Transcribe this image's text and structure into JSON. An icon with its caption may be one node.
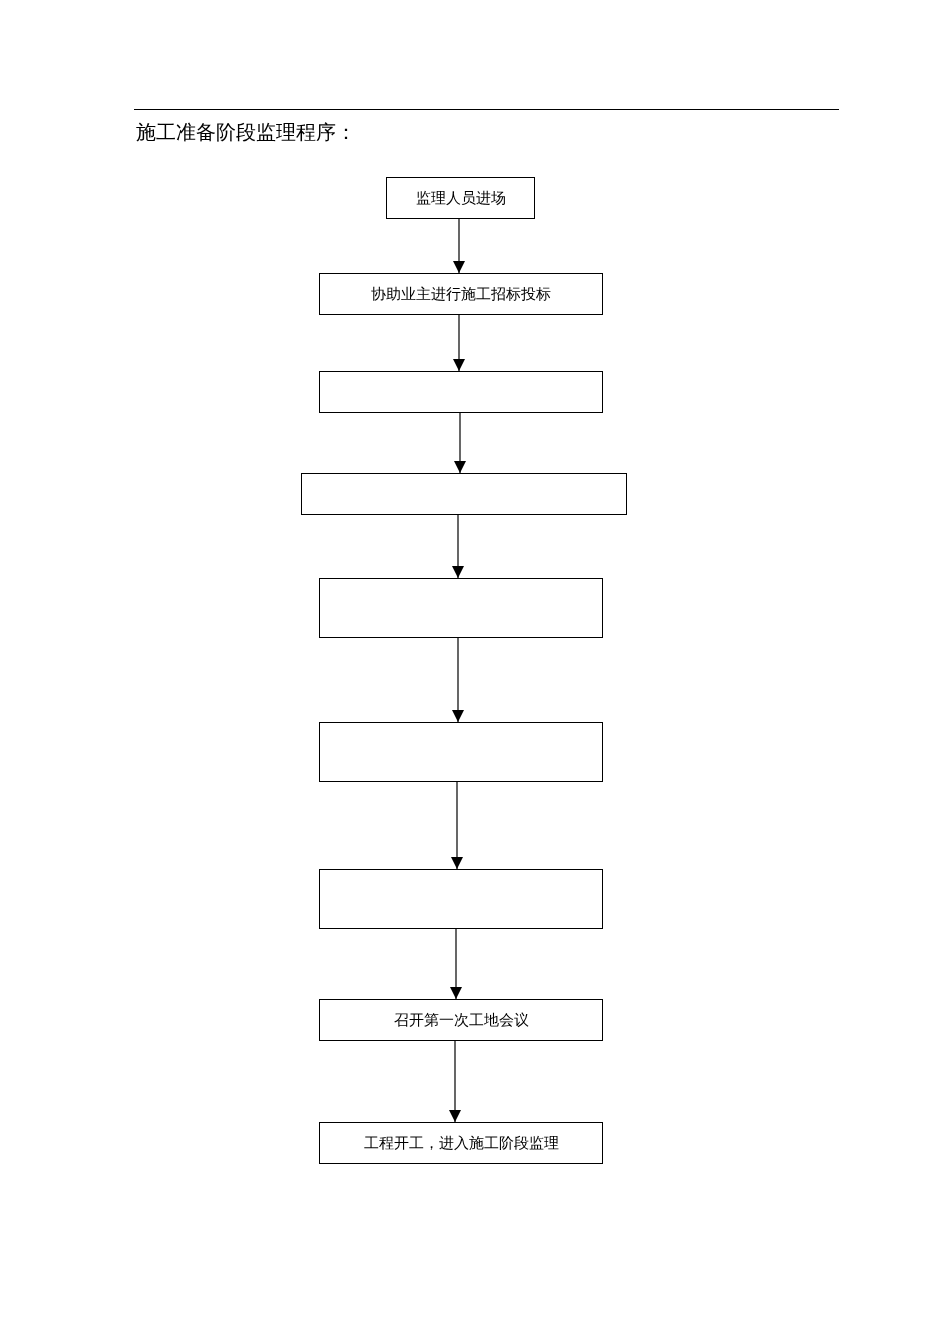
{
  "diagram": {
    "title": "施工准备阶段监理程序：",
    "nodes": [
      {
        "text": [
          "监理人员进场"
        ]
      },
      {
        "text": [
          "协助业主进行施工招标投标"
        ]
      },
      {
        "text": [],
        "shape": "box"
      },
      {
        "text": [],
        "shape": "box"
      },
      {
        "text": [],
        "shape": "box"
      },
      {
        "text": [],
        "shape": "box"
      },
      {
        "text": [],
        "shape": "box"
      },
      {
        "text": [
          "召开第一次工地会议"
        ]
      },
      {
        "text": [
          "工程开工，进入施工阶段监理"
        ]
      }
    ],
    "edges": [
      {
        "from": 0,
        "to": 1,
        "arrow": "to"
      },
      {
        "from": 1,
        "to": 2,
        "arrow": "to"
      },
      {
        "from": 2,
        "to": 3,
        "arrow": "to"
      },
      {
        "from": 3,
        "to": 4,
        "arrow": "to"
      },
      {
        "from": 4,
        "to": 5,
        "arrow": "to"
      },
      {
        "from": 5,
        "to": 6,
        "arrow": "to"
      },
      {
        "from": 6,
        "to": 7,
        "arrow": "to"
      },
      {
        "from": 7,
        "to": 8,
        "arrow": "to"
      }
    ]
  }
}
